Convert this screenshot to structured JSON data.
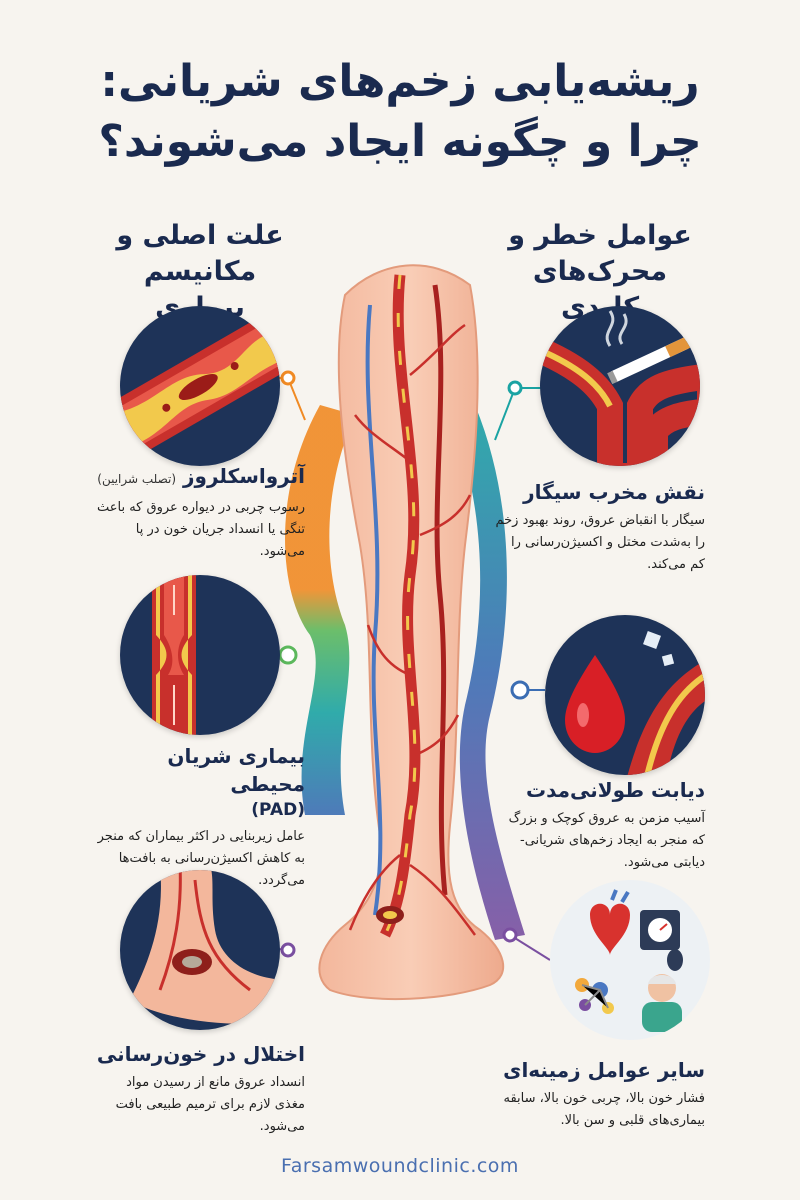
{
  "title": {
    "line1": "ریشه‌یابی زخم‌های شریانی:",
    "line2": "چرا و چگونه ایجاد می‌شوند؟"
  },
  "left_heading": {
    "line1": "علت اصلی و",
    "line2": "مکانیسم بیماری"
  },
  "right_heading": {
    "line1": "عوامل خطر و",
    "line2": "محرک‌های کلیدی"
  },
  "left_items": [
    {
      "title": "آترواسکلروز",
      "note": "(تصلب شرایین)",
      "desc": "رسوب چربی در دیواره عروق که باعث تنگی یا انسداد جریان خون در پا می‌شود.",
      "icon": "artery-plaque-icon"
    },
    {
      "title": "بیماری شریان محیطی",
      "subtitle": "(PAD)",
      "desc": "عامل زیربنایی در اکثر بیماران که منجر به کاهش اکسیژن‌رسانی به بافت‌ها می‌گردد.",
      "icon": "narrowed-artery-icon"
    },
    {
      "title": "اختلال در خون‌رسانی",
      "desc": "انسداد عروق مانع از رسیدن مواد مغذی لازم برای ترمیم طبیعی بافت می‌شود.",
      "icon": "ankle-wound-icon"
    }
  ],
  "right_items": [
    {
      "title": "نقش مخرب سیگار",
      "desc": "سیگار با انقباض عروق، روند بهبود زخم را به‌شدت مختل و اکسیژن‌رسانی را کم می‌کند.",
      "icon": "cigarette-artery-icon"
    },
    {
      "title": "دیابت طولانی‌مدت",
      "desc": "آسیب مزمن به عروق کوچک و بزرگ که منجر به ایجاد زخم‌های شریانی-دیابتی می‌شود.",
      "icon": "blood-drop-sugar-icon"
    },
    {
      "title": "سایر عوامل زمینه‌ای",
      "desc": "فشار خون بالا، چربی خون بالا، سابقه بیماری‌های قلبی و سن بالا.",
      "icon": "heart-pressure-icon"
    }
  ],
  "footer": "Farsamwoundclinic.com",
  "colors": {
    "navy": "#1e3358",
    "title": "#1a2a4f",
    "orange": "#f08a24",
    "green": "#5cb85c",
    "teal": "#1aa3a3",
    "purple": "#7a4fa0",
    "artery": "#c8302c",
    "plaque": "#f2c94c",
    "vein": "#4a78c2"
  }
}
